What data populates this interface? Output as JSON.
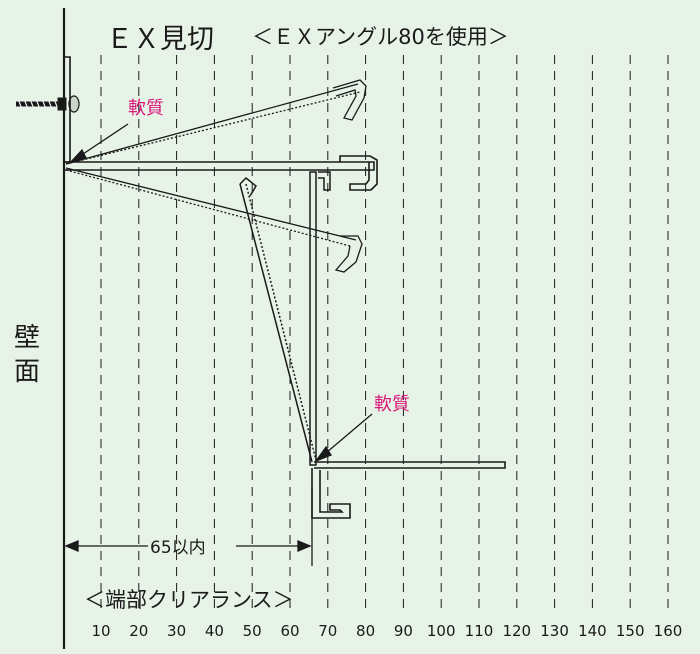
{
  "title": "ＥＸ見切",
  "subtitle": "＜ＥＸアングル80を使用＞",
  "wall_label_line1": "壁",
  "wall_label_line2": "面",
  "soft_label_upper": "軟質",
  "soft_label_lower": "軟質",
  "dimension_label": "65以内",
  "clearance_label": "＜端部クリアランス＞",
  "scale_ticks": [
    "10",
    "20",
    "30",
    "40",
    "50",
    "60",
    "70",
    "80",
    "90",
    "100",
    "110",
    "120",
    "130",
    "140",
    "150",
    "160"
  ],
  "colors": {
    "background": "#e8f3e7",
    "line": "#1a1a1a",
    "accent": "#d8187a"
  }
}
